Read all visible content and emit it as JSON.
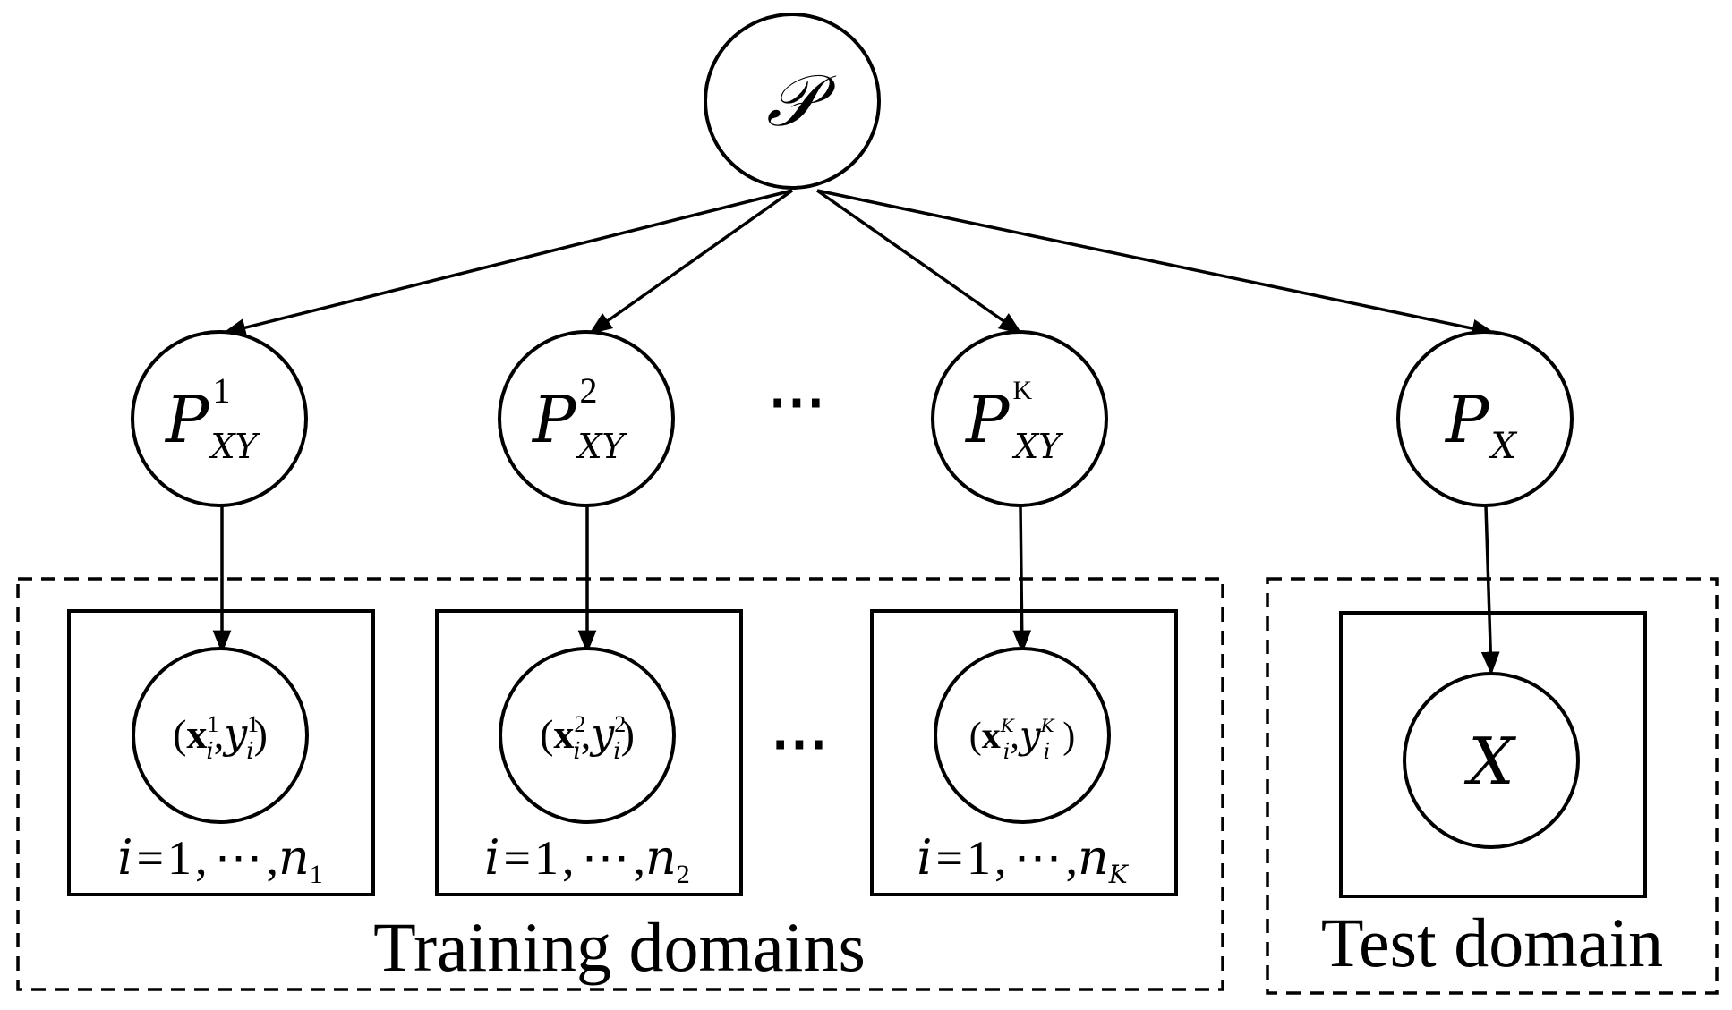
{
  "root": {
    "label": "𝒫"
  },
  "domains": [
    {
      "base": "P",
      "sup": "1",
      "sub": "XY",
      "sample_x_sup": "1",
      "sample_y_sup": "1",
      "index_sub": "1"
    },
    {
      "base": "P",
      "sup": "2",
      "sub": "XY",
      "sample_x_sup": "2",
      "sample_y_sup": "2",
      "index_sub": "2"
    },
    {
      "base": "P",
      "sup": "K",
      "sub": "XY",
      "sample_x_sup": "K",
      "sample_y_sup": "K",
      "index_sub": "K"
    }
  ],
  "sample_template": {
    "x": "x",
    "i": "i",
    "y": "y"
  },
  "index_template": {
    "i": "i",
    "eq": "=",
    "one": "1",
    "comma": ",",
    "cdots": "⋯",
    "n": "n"
  },
  "ellipsis": "⋯",
  "test": {
    "base": "P",
    "sub": "X",
    "sample": "X"
  },
  "captions": {
    "training": "Training domains",
    "test": "Test domain"
  }
}
